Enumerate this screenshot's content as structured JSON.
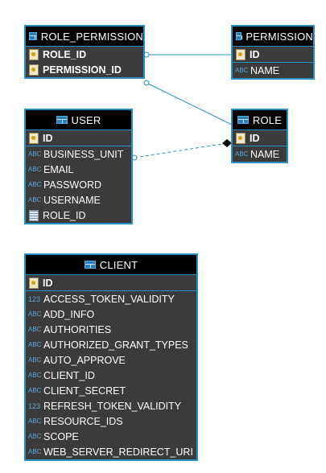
{
  "entities": {
    "role_permission": {
      "title": "ROLE_PERMISSION",
      "keys": [
        "ROLE_ID",
        "PERMISSION_ID"
      ]
    },
    "permission": {
      "title": "PERMISSION",
      "key": "ID",
      "fields": [
        "NAME"
      ]
    },
    "role": {
      "title": "ROLE",
      "key": "ID",
      "fields": [
        "NAME"
      ]
    },
    "user": {
      "title": "USER",
      "key": "ID",
      "fields": [
        "BUSINESS_UNIT",
        "EMAIL",
        "PASSWORD",
        "USERNAME",
        "ROLE_ID"
      ]
    },
    "client": {
      "title": "CLIENT",
      "key": "ID",
      "fields": [
        "ACCESS_TOKEN_VALIDITY",
        "ADD_INFO",
        "AUTHORITIES",
        "AUTHORIZED_GRANT_TYPES",
        "AUTO_APPROVE",
        "CLIENT_ID",
        "CLIENT_SECRET",
        "REFRESH_TOKEN_VALIDITY",
        "RESOURCE_IDS",
        "SCOPE",
        "WEB_SERVER_REDIRECT_URI"
      ]
    }
  },
  "icons": {
    "text": "ABC",
    "number": "123",
    "table": "table-icon",
    "key": "key-icon"
  },
  "colors": {
    "border": "#2a8fc7",
    "header": "#000000",
    "body": "#3b3b3b",
    "link": "#2a8fc7"
  }
}
